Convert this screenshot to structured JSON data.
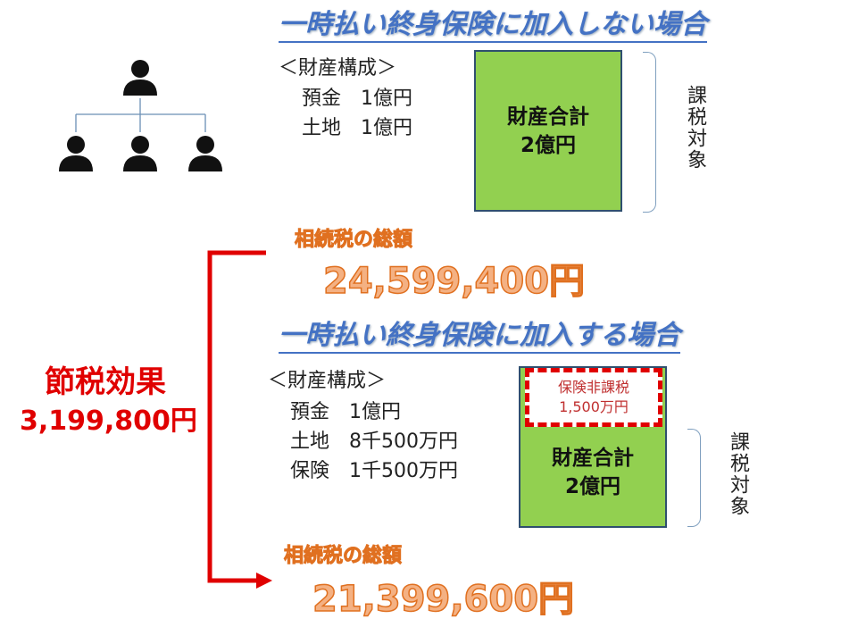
{
  "scenario_without": {
    "title": "一時払い終身保険に加入しない場合",
    "assets_header": "＜財産構成＞",
    "assets": [
      "預金　1億円",
      "土地　1億円"
    ],
    "box": {
      "line1": "財産合計",
      "line2": "2億円"
    },
    "taxable_label": "課税対象",
    "tax_label": "相続税の総額",
    "tax_amount": "24,599,400円"
  },
  "scenario_with": {
    "title": "一時払い終身保険に加入する場合",
    "assets_header": "＜財産構成＞",
    "assets": [
      "預金　1億円",
      "土地　8千500万円",
      "保険　1千500万円"
    ],
    "nontaxable": {
      "line1": "保険非課税",
      "line2": "1,500万円"
    },
    "box": {
      "line1": "財産合計",
      "line2": "2億円"
    },
    "taxable_label": "課税対象",
    "tax_label": "相続税の総額",
    "tax_amount": "21,399,600円"
  },
  "savings": {
    "label": "節税効果",
    "amount": "3,199,800円"
  },
  "colors": {
    "title": "#4472c4",
    "box": "#92d050",
    "accent": "#e00000",
    "orange": "#f4b183"
  }
}
